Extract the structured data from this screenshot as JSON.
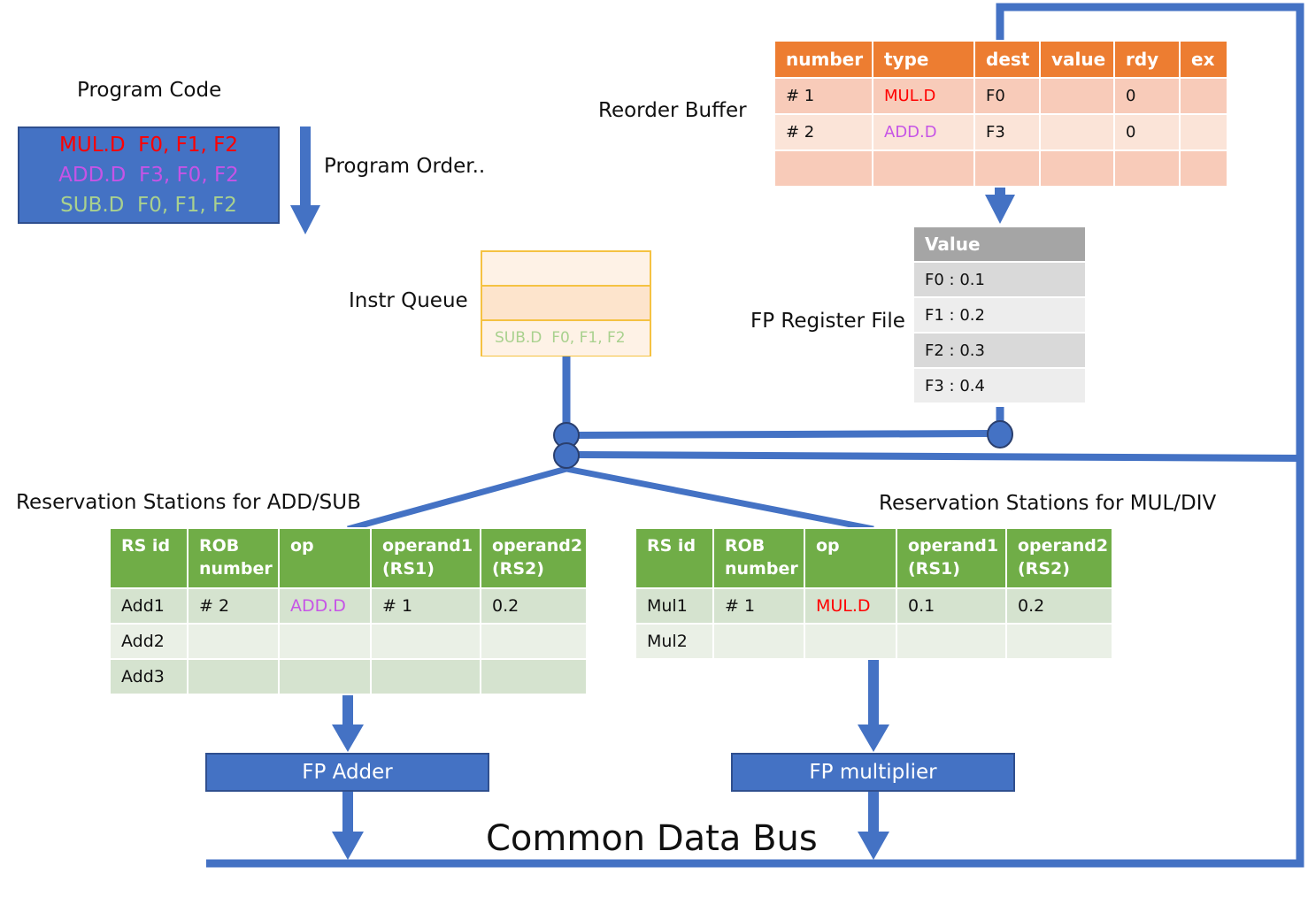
{
  "colors": {
    "mul": "#ff0000",
    "add": "#c654e6",
    "sub": "#a9d18e",
    "bus": "#4472c4"
  },
  "program": {
    "title": "Program Code",
    "order_label": "Program Order..",
    "lines": [
      {
        "text": "MUL.D  F0, F1, F2"
      },
      {
        "text": "ADD.D  F3, F0, F2"
      },
      {
        "text": "SUB.D  F0, F1, F2"
      }
    ]
  },
  "instr_queue": {
    "label": "Instr Queue",
    "slots": [
      "",
      "",
      "SUB.D  F0, F1, F2"
    ]
  },
  "rob": {
    "label": "Reorder Buffer",
    "headers": [
      "number",
      "type",
      "dest",
      "value",
      "rdy",
      "ex"
    ],
    "rows": [
      [
        "# 1",
        "MUL.D",
        "F0",
        "",
        "0",
        ""
      ],
      [
        "# 2",
        "ADD.D",
        "F3",
        "",
        "0",
        ""
      ],
      [
        "",
        "",
        "",
        "",
        "",
        ""
      ]
    ]
  },
  "regfile": {
    "label": "FP Register File",
    "header": "Value",
    "rows": [
      "F0 : 0.1",
      "F1 : 0.2",
      "F2 : 0.3",
      "F3 : 0.4"
    ]
  },
  "rs_add": {
    "label": "Reservation Stations for ADD/SUB",
    "headers": [
      "RS id",
      "ROB number",
      "op",
      "operand1 (RS1)",
      "operand2 (RS2)"
    ],
    "rows": [
      [
        "Add1",
        "# 2",
        "ADD.D",
        "# 1",
        "0.2"
      ],
      [
        "Add2",
        "",
        "",
        "",
        ""
      ],
      [
        "Add3",
        "",
        "",
        "",
        ""
      ]
    ]
  },
  "rs_mul": {
    "label": "Reservation Stations for MUL/DIV",
    "headers": [
      "RS id",
      "ROB number",
      "op",
      "operand1 (RS1)",
      "operand2 (RS2)"
    ],
    "rows": [
      [
        "Mul1",
        "# 1",
        "MUL.D",
        "0.1",
        "0.2"
      ],
      [
        "Mul2",
        "",
        "",
        "",
        ""
      ]
    ]
  },
  "units": {
    "adder": "FP Adder",
    "multiplier": "FP multiplier"
  },
  "cdb": {
    "label": "Common Data Bus"
  }
}
